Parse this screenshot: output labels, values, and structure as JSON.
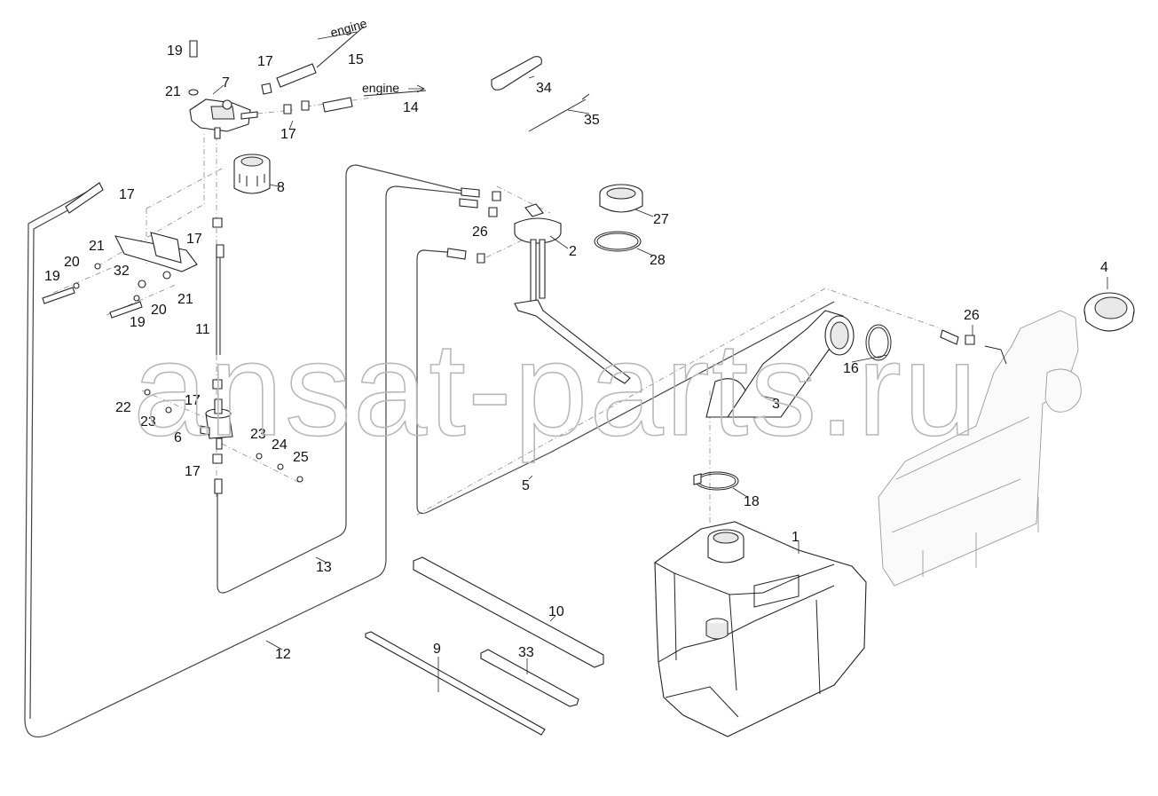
{
  "diagram": {
    "engine_label_1": "engine",
    "engine_label_2": "engine",
    "watermark": "ansat-parts.ru",
    "corner_mark": "",
    "callouts": [
      "19",
      "21",
      "7",
      "17",
      "15",
      "14",
      "17",
      "34",
      "35",
      "8",
      "17",
      "17",
      "21",
      "20",
      "19",
      "32",
      "21",
      "20",
      "19",
      "11",
      "17",
      "26",
      "27",
      "28",
      "2",
      "4",
      "26",
      "16",
      "3",
      "22",
      "23",
      "17",
      "6",
      "23",
      "24",
      "25",
      "17",
      "5",
      "18",
      "13",
      "1",
      "12",
      "10",
      "9",
      "33"
    ]
  }
}
